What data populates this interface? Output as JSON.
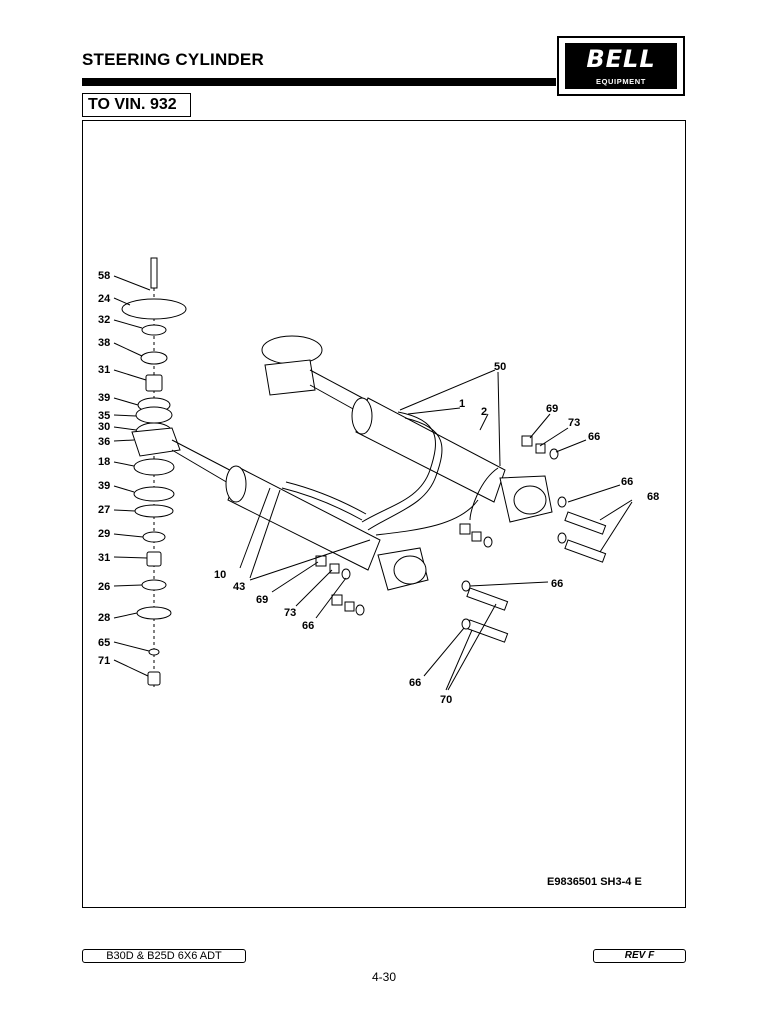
{
  "header": {
    "title": "STEERING CYLINDER",
    "vin_label": "TO VIN. 932",
    "logo_text": "BELL",
    "logo_subtext": "EQUIPMENT"
  },
  "diagram": {
    "drawing_ref": "E9836501 SH3-4 E",
    "callouts": {
      "c58": "58",
      "c24": "24",
      "c32": "32",
      "c38": "38",
      "c31a": "31",
      "c39a": "39",
      "c35": "35",
      "c30": "30",
      "c36": "36",
      "c18": "18",
      "c39b": "39",
      "c27": "27",
      "c29": "29",
      "c31b": "31",
      "c26": "26",
      "c28": "28",
      "c65": "65",
      "c71": "71",
      "c10": "10",
      "c43": "43",
      "c69a": "69",
      "c73a": "73",
      "c66a": "66",
      "c50": "50",
      "c1": "1",
      "c2": "2",
      "c69b": "69",
      "c73b": "73",
      "c66b": "66",
      "c66c": "66",
      "c68": "68",
      "c66d": "66",
      "c66e": "66",
      "c70": "70"
    }
  },
  "footer": {
    "model": "B30D & B25D 6X6 ADT",
    "revision": "REV F",
    "page": "4-30"
  }
}
